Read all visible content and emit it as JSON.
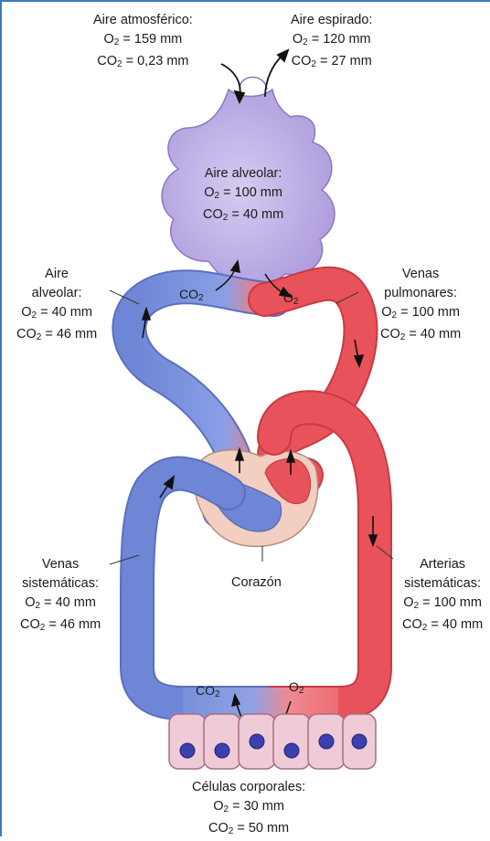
{
  "colors": {
    "venous": "#6f86d6",
    "arterial": "#e8525a",
    "alveolus": "#b7a6e0",
    "heart": "#f2cfc0",
    "cell": "#efcbd7",
    "nucleus": "#3b3fb0"
  },
  "atmospheric_air": {
    "title": "Aire atmosférico:",
    "o2_prefix": "O",
    "o2_value": "= 159 mm",
    "co2_prefix": "CO",
    "co2_value": "= 0,23 mm"
  },
  "expired_air": {
    "title": "Aire espirado:",
    "o2_prefix": "O",
    "o2_value": "= 120 mm",
    "co2_prefix": "CO",
    "co2_value": "= 27 mm"
  },
  "alveolar_air": {
    "title": "Aire alveolar:",
    "o2_prefix": "O",
    "o2_value": "= 100 mm",
    "co2_prefix": "CO",
    "co2_value": "= 40 mm"
  },
  "alveolar_blood": {
    "line1": "Aire",
    "line2": "alveolar:",
    "o2_prefix": "O",
    "o2_value": "= 40 mm",
    "co2_prefix": "CO",
    "co2_value": "= 46 mm"
  },
  "pulmonary_veins": {
    "line1": "Venas",
    "line2": "pulmonares:",
    "o2_prefix": "O",
    "o2_value": "= 100 mm",
    "co2_prefix": "CO",
    "co2_value": "= 40 mm"
  },
  "systemic_veins": {
    "line1": "Venas",
    "line2": "sistemáticas:",
    "o2_prefix": "O",
    "o2_value": "= 40 mm",
    "co2_prefix": "CO",
    "co2_value": "= 46 mm"
  },
  "systemic_arteries": {
    "line1": "Arterias",
    "line2": "sistemáticas:",
    "o2_prefix": "O",
    "o2_value": "= 100 mm",
    "co2_prefix": "CO",
    "co2_value": "= 40 mm"
  },
  "heart": {
    "label": "Corazón"
  },
  "body_cells": {
    "title": "Células corporales:",
    "o2_prefix": "O",
    "o2_value": "= 30 mm",
    "co2_prefix": "CO",
    "co2_value": "= 50 mm"
  },
  "exchange_top": {
    "co2": "CO",
    "o2": "O"
  },
  "exchange_bottom": {
    "co2": "CO",
    "o2": "O"
  },
  "subscript_two": "2"
}
